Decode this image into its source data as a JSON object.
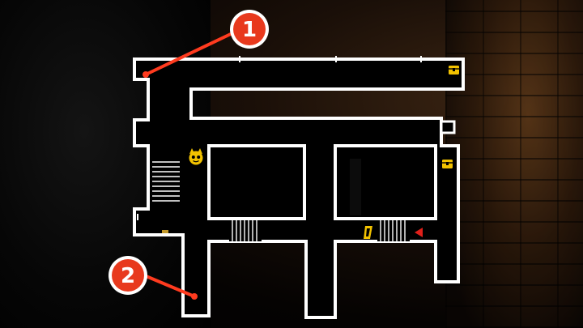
{
  "callouts": [
    {
      "id": "1",
      "label": "①"
    },
    {
      "id": "2",
      "label": "②"
    }
  ],
  "colors": {
    "wall": "#ffffff",
    "floor": "#000000",
    "callout_line": "#ff3b1f",
    "callout_fill": "#e8391d",
    "chest": "#f2c200",
    "save_point": "#f2c200",
    "enemy_marker": "#e0201a",
    "player_marker": "#f2c200"
  },
  "map_icons": [
    {
      "name": "treasure-chest-icon",
      "count": 2
    },
    {
      "name": "save-point-icon",
      "count": 1
    },
    {
      "name": "player-position-icon",
      "count": 1
    },
    {
      "name": "shadow-enemy-icon",
      "count": 1
    },
    {
      "name": "stairs-icon",
      "count": 3
    }
  ]
}
